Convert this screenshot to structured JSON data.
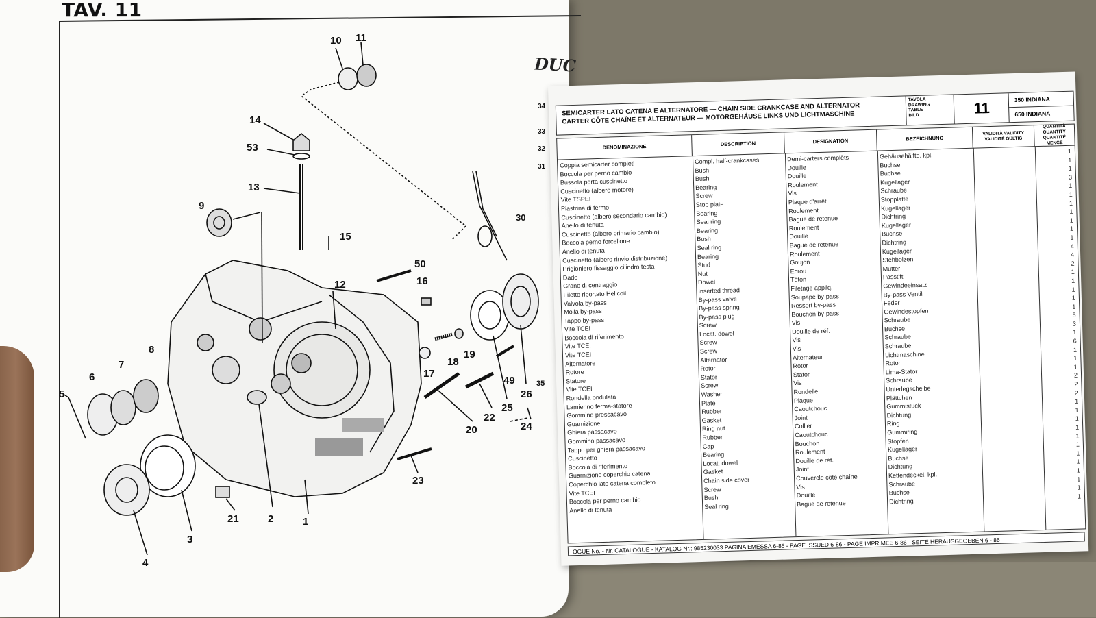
{
  "left_page": {
    "title": "TAV. 11",
    "brand_fragment": "DUC",
    "callouts": [
      "10",
      "11",
      "14",
      "53",
      "13",
      "9",
      "15",
      "50",
      "16",
      "12",
      "18",
      "19",
      "17",
      "8",
      "7",
      "6",
      "5",
      "49",
      "26",
      "25",
      "22",
      "20",
      "23",
      "21",
      "2",
      "1",
      "3",
      "4",
      "24",
      "30",
      "35",
      "34",
      "33",
      "32",
      "31"
    ]
  },
  "right_page": {
    "header": {
      "title_line1": "SEMICARTER LATO CATENA E ALTERNATORE — CHAIN SIDE CRANKCASE AND ALTERNATOR",
      "title_line2": "CARTER CÔTE CHAÎNE ET ALTERNATEUR — MOTORGEHÄUSE LINKS UND LICHTMASCHINE",
      "table_labels": [
        "TAVOLA",
        "DRAWING",
        "TABLE",
        "BILD"
      ],
      "table_number": "11",
      "models": [
        "350 INDIANA",
        "650 INDIANA"
      ]
    },
    "columns": [
      "DENOMINAZIONE",
      "DESCRIPTION",
      "DESIGNATION",
      "BEZEICHNUNG",
      "VALIDITÀ VALIDITY VALIDITÉ GÜLTIG",
      "QUANTITÀ QUANTITY QUANTITÉ MENGE"
    ],
    "rows": [
      {
        "it": "Coppia semicarter completi",
        "en": "Compl. half-crankcases",
        "fr": "Demi-carters complèts",
        "de": "Gehäusehälfte, kpl.",
        "qty": "1"
      },
      {
        "it": "Boccola per perno cambio",
        "en": "Bush",
        "fr": "Douille",
        "de": "Buchse",
        "qty": "1"
      },
      {
        "it": "Bussola porta cuscinetto",
        "en": "Bush",
        "fr": "Douille",
        "de": "Buchse",
        "qty": "1"
      },
      {
        "it": "Cuscinetto (albero motore)",
        "en": "Bearing",
        "fr": "Roulement",
        "de": "Kugellager",
        "qty": "3"
      },
      {
        "it": "Vite TSPEI",
        "en": "Screw",
        "fr": "Vis",
        "de": "Schraube",
        "qty": "1"
      },
      {
        "it": "Piastrina di fermo",
        "en": "Stop plate",
        "fr": "Plaque d'arrêt",
        "de": "Stopplatte",
        "qty": "1"
      },
      {
        "it": "Cuscinetto (albero secondario cambio)",
        "en": "Bearing",
        "fr": "Roulement",
        "de": "Kugellager",
        "qty": "1"
      },
      {
        "it": "Anello di tenuta",
        "en": "Seal ring",
        "fr": "Bague de retenue",
        "de": "Dichtring",
        "qty": "1"
      },
      {
        "it": "Cuscinetto (albero primario cambio)",
        "en": "Bearing",
        "fr": "Roulement",
        "de": "Kugellager",
        "qty": "1"
      },
      {
        "it": "Boccola perno forcellone",
        "en": "Bush",
        "fr": "Douille",
        "de": "Buchse",
        "qty": "1"
      },
      {
        "it": "Anello di tenuta",
        "en": "Seal ring",
        "fr": "Bague de retenue",
        "de": "Dichtring",
        "qty": "1"
      },
      {
        "it": "Cuscinetto (albero rinvio distribuzione)",
        "en": "Bearing",
        "fr": "Roulement",
        "de": "Kugellager",
        "qty": "4"
      },
      {
        "it": "Prigioniero fissaggio cilindro testa",
        "en": "Stud",
        "fr": "Goujon",
        "de": "Stehbolzen",
        "qty": "4"
      },
      {
        "it": "Dado",
        "en": "Nut",
        "fr": "Ecrou",
        "de": "Mutter",
        "qty": "2"
      },
      {
        "it": "Grano di centraggio",
        "en": "Dowel",
        "fr": "Téton",
        "de": "Passtift",
        "qty": "1"
      },
      {
        "it": "Filetto riportato Helicoil",
        "en": "Inserted thread",
        "fr": "Filetage appliq.",
        "de": "Gewindeeinsatz",
        "qty": "1"
      },
      {
        "it": "Valvola by-pass",
        "en": "By-pass valve",
        "fr": "Soupape by-pass",
        "de": "By-pass Ventil",
        "qty": "1"
      },
      {
        "it": "Molla by-pass",
        "en": "By-pass spring",
        "fr": "Ressort by-pass",
        "de": "Feder",
        "qty": "1"
      },
      {
        "it": "Tappo by-pass",
        "en": "By-pass plug",
        "fr": "Bouchon by-pass",
        "de": "Gewindestopfen",
        "qty": "1"
      },
      {
        "it": "Vite TCEI",
        "en": "Screw",
        "fr": "Vis",
        "de": "Schraube",
        "qty": "5"
      },
      {
        "it": "Boccola di riferimento",
        "en": "Locat. dowel",
        "fr": "Douille de réf.",
        "de": "Buchse",
        "qty": "3"
      },
      {
        "it": "Vite TCEI",
        "en": "Screw",
        "fr": "Vis",
        "de": "Schraube",
        "qty": "1"
      },
      {
        "it": "Vite TCEI",
        "en": "Screw",
        "fr": "Vis",
        "de": "Schraube",
        "qty": "6"
      },
      {
        "it": "Alternatore",
        "en": "Alternator",
        "fr": "Alternateur",
        "de": "Lichtmaschine",
        "qty": "1"
      },
      {
        "it": "Rotore",
        "en": "Rotor",
        "fr": "Rotor",
        "de": "Rotor",
        "qty": "1"
      },
      {
        "it": "Statore",
        "en": "Stator",
        "fr": "Stator",
        "de": "Lima-Stator",
        "qty": "1"
      },
      {
        "it": "Vite TCEI",
        "en": "Screw",
        "fr": "Vis",
        "de": "Schraube",
        "qty": "2"
      },
      {
        "it": "Rondella ondulata",
        "en": "Washer",
        "fr": "Rondelle",
        "de": "Unterlegscheibe",
        "qty": "2"
      },
      {
        "it": "Lamierino ferma-statore",
        "en": "Plate",
        "fr": "Plaque",
        "de": "Plättchen",
        "qty": "2"
      },
      {
        "it": "Gommino pressacavo",
        "en": "Rubber",
        "fr": "Caoutchouc",
        "de": "Gummistück",
        "qty": "1"
      },
      {
        "it": "Guarnizione",
        "en": "Gasket",
        "fr": "Joint",
        "de": "Dichtung",
        "qty": "1"
      },
      {
        "it": "Ghiera passacavo",
        "en": "Ring nut",
        "fr": "Collier",
        "de": "Ring",
        "qty": "1"
      },
      {
        "it": "Gommino passacavo",
        "en": "Rubber",
        "fr": "Caoutchouc",
        "de": "Gummiring",
        "qty": "1"
      },
      {
        "it": "Tappo per ghiera passacavo",
        "en": "Cap",
        "fr": "Bouchon",
        "de": "Stopfen",
        "qty": "1"
      },
      {
        "it": "Cuscinetto",
        "en": "Bearing",
        "fr": "Roulement",
        "de": "Kugellager",
        "qty": "1"
      },
      {
        "it": "Boccola di riferimento",
        "en": "Locat. dowel",
        "fr": "Douille de réf.",
        "de": "Buchse",
        "qty": "1"
      },
      {
        "it": "Guarnizione coperchio catena",
        "en": "Gasket",
        "fr": "Joint",
        "de": "Dichtung",
        "qty": "1"
      },
      {
        "it": "Coperchio lato catena completo",
        "en": "Chain side cover",
        "fr": "Couvercle côté chaîne",
        "de": "Kettendeckel, kpl.",
        "qty": "1"
      },
      {
        "it": "Vite TCEI",
        "en": "Screw",
        "fr": "Vis",
        "de": "Schraube",
        "qty": "1"
      },
      {
        "it": "Boccola per perno cambio",
        "en": "Bush",
        "fr": "Douille",
        "de": "Buchse",
        "qty": "1"
      },
      {
        "it": "Anello di tenuta",
        "en": "Seal ring",
        "fr": "Bague de retenue",
        "de": "Dichtring",
        "qty": "1"
      }
    ],
    "footer": "OGUE No. - Nr. CATALOGUE - KATALOG Nr.: 985230033 PAGINA EMESSA 6-86 - PAGE ISSUED 6-86 - PAGE IMPRIMEE 6-86 - SEITE HERAUSGEGEBEN 6 - 86"
  }
}
